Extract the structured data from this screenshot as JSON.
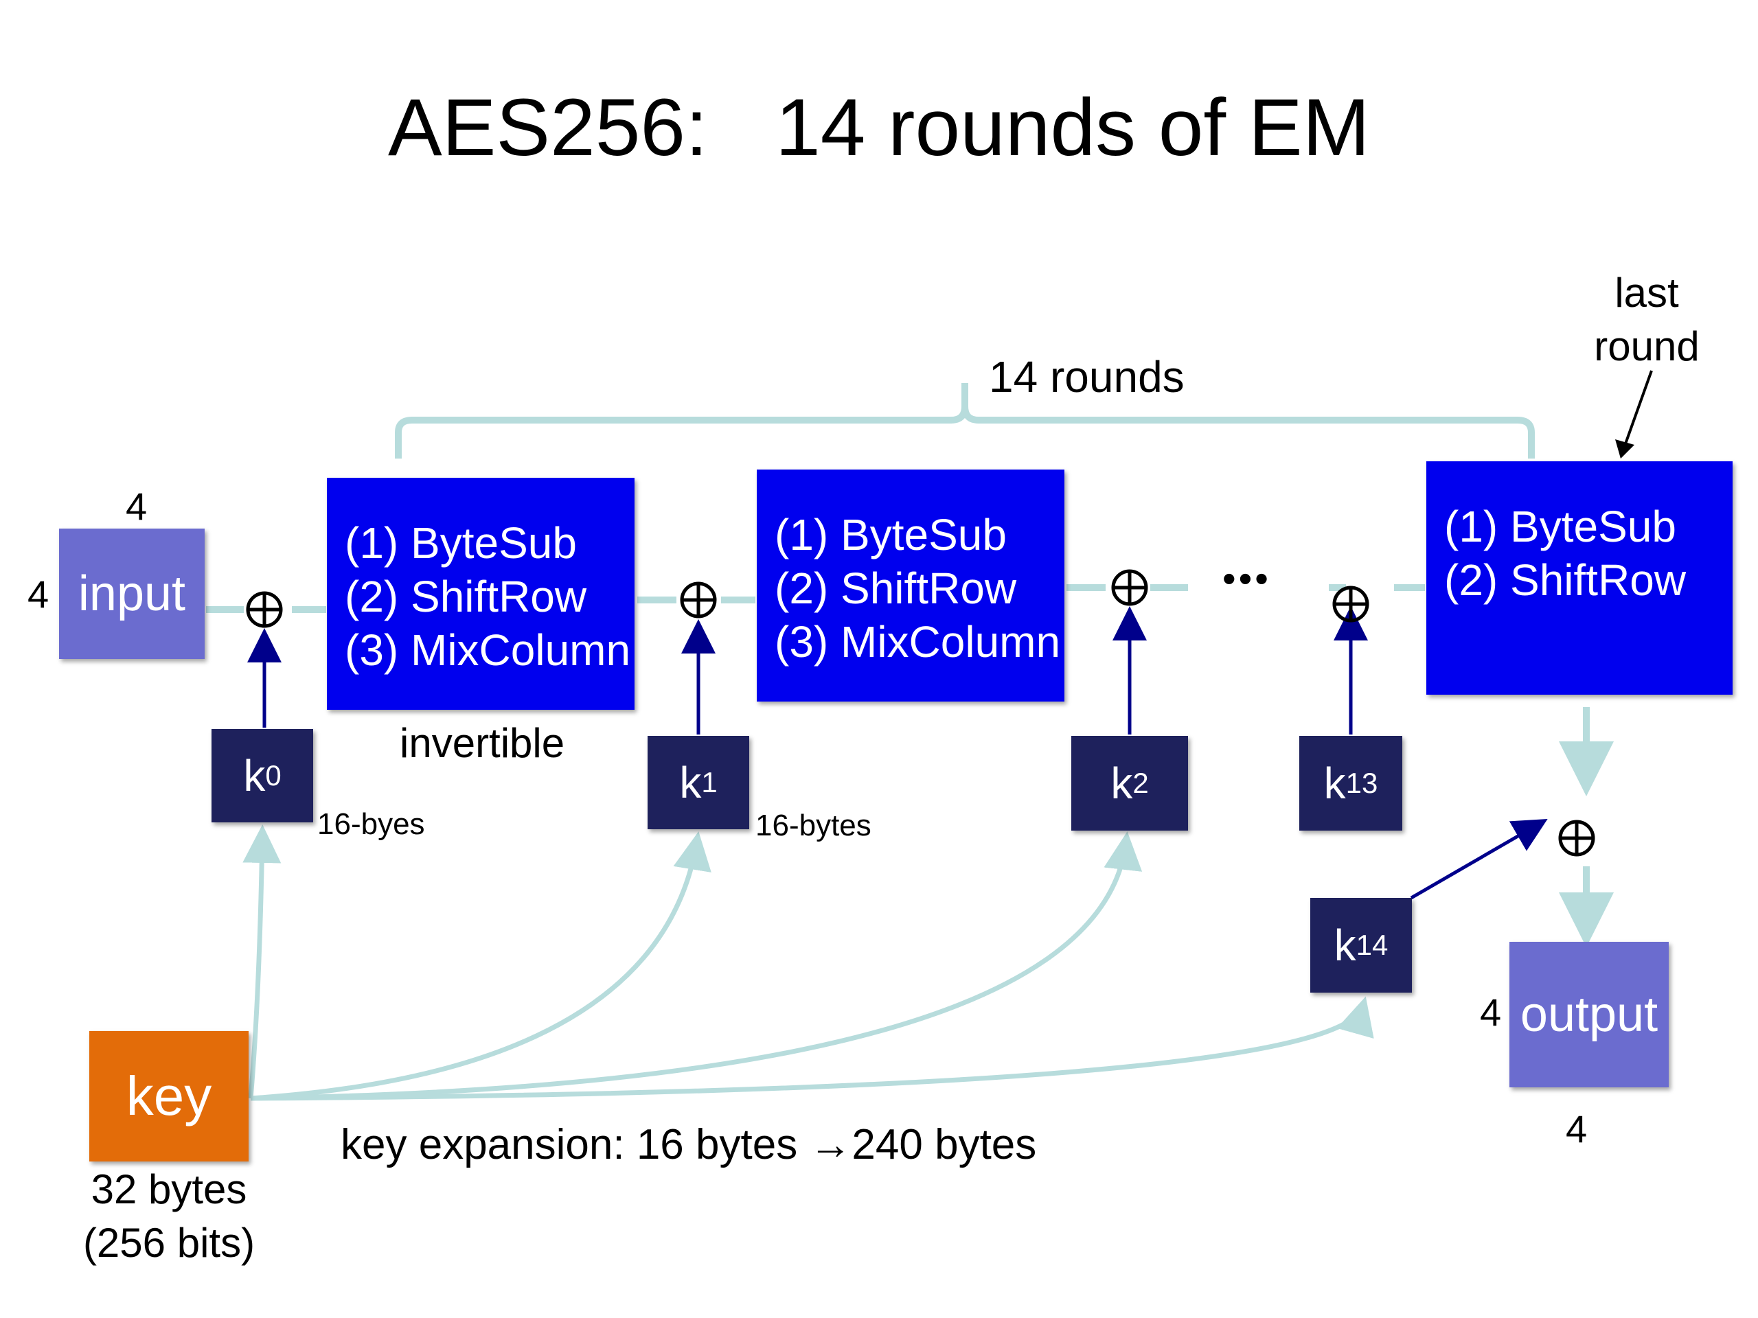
{
  "title": "AES256:   14 rounds of EM",
  "input": {
    "label": "input",
    "dim_top": "4",
    "dim_left": "4"
  },
  "output": {
    "label": "output",
    "dim_left": "4",
    "dim_bottom": "4"
  },
  "rounds_brace_label": "14 rounds",
  "last_round_label": [
    "last",
    "round"
  ],
  "rounds": [
    {
      "steps": [
        "(1) ByteSub",
        "(2) ShiftRow",
        "(3) MixColumn"
      ]
    },
    {
      "steps": [
        "(1) ByteSub",
        "(2) ShiftRow",
        "(3) MixColumn"
      ]
    },
    {
      "steps": [
        "(1) ByteSub",
        "(2) ShiftRow"
      ]
    }
  ],
  "invertible_label": "invertible",
  "ellipsis": "•••",
  "round_keys": [
    {
      "base": "k",
      "sub": "0"
    },
    {
      "base": "k",
      "sub": "1"
    },
    {
      "base": "k",
      "sub": "2"
    },
    {
      "base": "k",
      "sub": "13"
    },
    {
      "base": "k",
      "sub": "14"
    }
  ],
  "key_size_labels": [
    "16-byes",
    "16-bytes"
  ],
  "key": {
    "label": "key",
    "size_lines": [
      "32 bytes",
      "(256 bits)"
    ]
  },
  "key_expansion_label": "key expansion:  16 bytes →240 bytes",
  "colors": {
    "round_box": "#0000ee",
    "io_box": "#6b6ccf",
    "round_key_box": "#1e215c",
    "key_box": "#e36c09",
    "connector": "#b7dcdc",
    "key_arrow": "#00008b"
  }
}
